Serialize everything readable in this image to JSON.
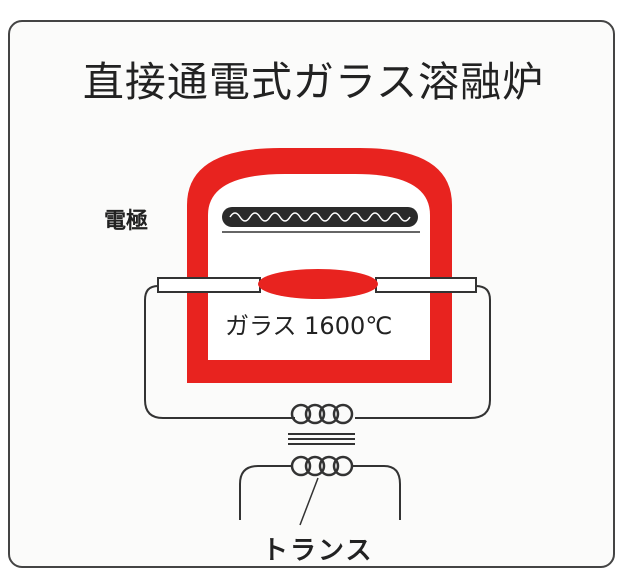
{
  "title": "直接通電式ガラス溶融炉",
  "labels": {
    "electrode": "電極",
    "glass": "ガラス 1600℃",
    "transformer": "トランス"
  },
  "colors": {
    "furnace": "#e8231f",
    "line": "#333333",
    "batch": "#2a2a2a"
  }
}
